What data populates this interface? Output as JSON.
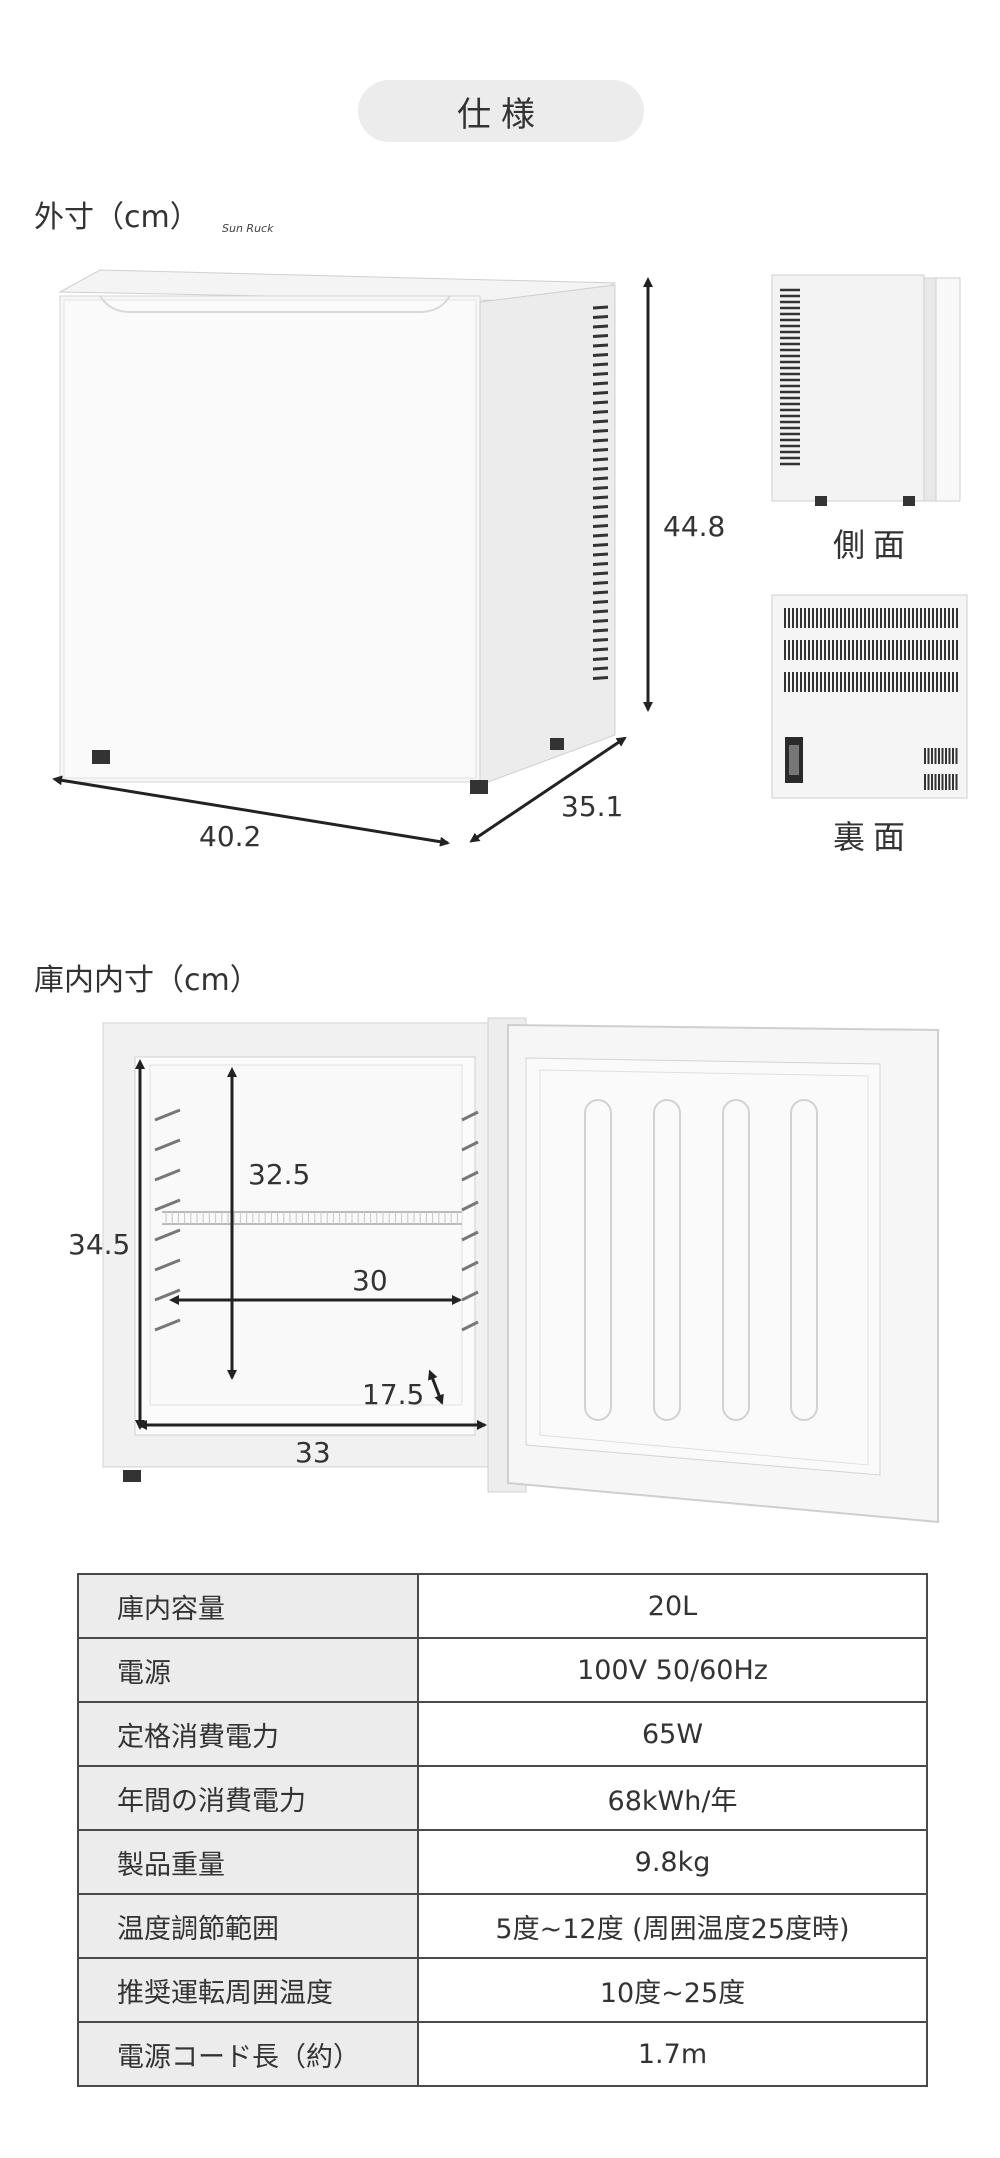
{
  "header": {
    "title": "仕様"
  },
  "exterior": {
    "title": "外寸（cm）",
    "brand": "Sun Ruck",
    "width": "40.2",
    "depth": "35.1",
    "height": "44.8",
    "side_label": "側面",
    "back_label": "裏面"
  },
  "interior": {
    "title": "庫内内寸（cm）",
    "outer_height": "34.5",
    "inner_height": "32.5",
    "inner_width": "30",
    "inner_depth": "17.5",
    "outer_width": "33"
  },
  "specs": [
    {
      "label": "庫内容量",
      "value": "20L"
    },
    {
      "label": "電源",
      "value": "100V 50/60Hz"
    },
    {
      "label": "定格消費電力",
      "value": "65W"
    },
    {
      "label": "年間の消費電力",
      "value": "68kWh/年"
    },
    {
      "label": "製品重量",
      "value": "9.8kg"
    },
    {
      "label": "温度調節範囲",
      "value": "5度~12度 (周囲温度25度時)"
    },
    {
      "label": "推奨運転周囲温度",
      "value": "10度~25度"
    },
    {
      "label": "電源コード長（約）",
      "value": "1.7m"
    }
  ]
}
